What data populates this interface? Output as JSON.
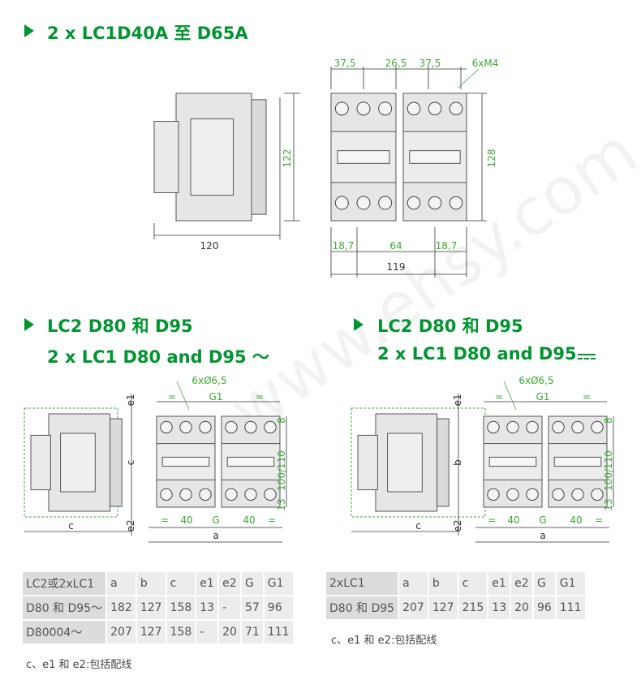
{
  "colors": {
    "heading": "#009530",
    "dimension": "#3aaa35",
    "body": "#e6e6e6"
  },
  "section1": {
    "title": "2 x LC1D40A 至 D65A",
    "dims": {
      "d1": "37,5",
      "d2": "26,5",
      "d3": "37,5",
      "screws": "6xM4",
      "height_side": "122",
      "height_front": "128",
      "depth": "120",
      "w1": "18,7",
      "w2": "64",
      "w3": "18,7",
      "width": "119"
    }
  },
  "section2": {
    "title_line1": "LC2 D80 和 D95",
    "title_line2": "2 x LC1 D80 and D95 ～",
    "dims": {
      "e1": "e1",
      "c_side": "c",
      "e2": "e2",
      "c_bottom": "c",
      "holes": "6xØ6,5",
      "eq1": "=",
      "G1": "G1",
      "eq2": "=",
      "top": "8",
      "mid": "100/110",
      "bot": "13",
      "eq3": "=",
      "s1": "40",
      "G": "G",
      "s2": "40",
      "eq4": "=",
      "a": "a"
    },
    "table": {
      "header": [
        "LC2或2xLC1",
        "a",
        "b",
        "c",
        "e1",
        "e2",
        "G",
        "G1"
      ],
      "rows": [
        [
          "D80 和 D95～",
          "182",
          "127",
          "158",
          "13",
          "-",
          "57",
          "96"
        ],
        [
          "D80004～",
          "207",
          "127",
          "158",
          "-",
          "20",
          "71",
          "111"
        ]
      ]
    },
    "note": "c、e1 和 e2:包括配线"
  },
  "section3": {
    "title_line1": "LC2 D80 和 D95",
    "title_line2": "2 x LC1 D80 and D95",
    "dc_icon": "dc-current-symbol",
    "dims": {
      "e1": "e1",
      "b_side": "b",
      "e2": "e2",
      "c_bottom": "c",
      "holes": "6xØ6,5",
      "eq1": "=",
      "G1": "G1",
      "eq2": "=",
      "top": "8",
      "mid": "100/110",
      "bot": "13",
      "eq3": "=",
      "s1": "40",
      "G": "G",
      "s2": "40",
      "eq4": "=",
      "a": "a"
    },
    "table": {
      "header": [
        "2xLC1",
        "a",
        "b",
        "c",
        "e1",
        "e2",
        "G",
        "G1"
      ],
      "rows": [
        [
          "D80 和 D95",
          "207",
          "127",
          "215",
          "13",
          "20",
          "96",
          "111"
        ]
      ]
    },
    "note": "c、e1 和 e2:包括配线"
  }
}
